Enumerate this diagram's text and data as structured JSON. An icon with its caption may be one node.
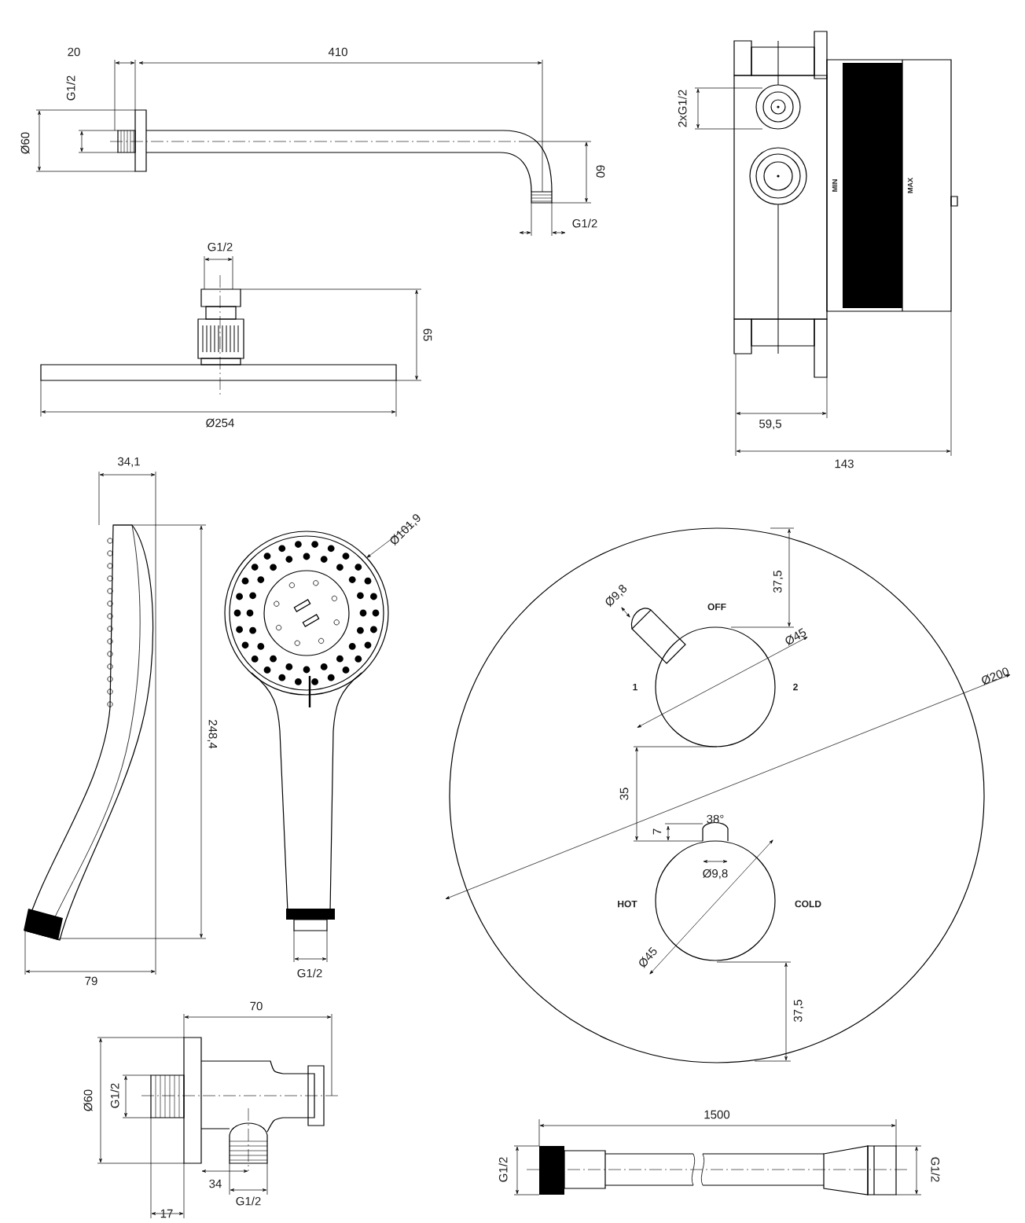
{
  "diagram": {
    "labels": [
      "20",
      "410",
      "G1/2",
      "Ø60",
      "60",
      "G1/2",
      "G1/2",
      "65",
      "Ø254",
      "2xG1/2",
      "MIN",
      "MAX",
      "59,5",
      "34,1",
      "143",
      "Ø101,9",
      "248,4",
      "79",
      "G1/2",
      "37,5",
      "Ø9,8",
      "OFF",
      "Ø45",
      "1",
      "2",
      "Ø200",
      "35",
      "7",
      "38°",
      "Ø9,8",
      "HOT",
      "COLD",
      "Ø45",
      "37,5",
      "70",
      "Ø60",
      "G1/2",
      "1500",
      "G1/2",
      "G1/2",
      "34",
      "G1/2",
      "17"
    ]
  }
}
